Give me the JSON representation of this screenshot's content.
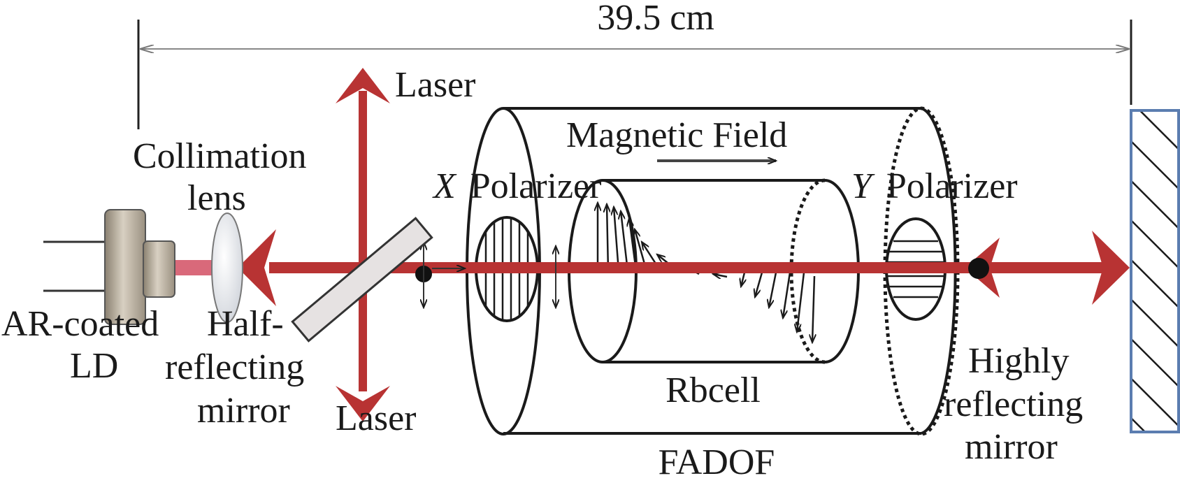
{
  "labels": {
    "distance": "39.5 cm",
    "laser_top": "Laser",
    "laser_bottom": "Laser",
    "collimation_line1": "Collimation",
    "collimation_line2": "lens",
    "x_axis": "X",
    "x_polarizer": "Polarizer",
    "y_axis": "Y",
    "y_polarizer": "Polarizer",
    "magnetic_field": "Magnetic Field",
    "rbcell": "Rbcell",
    "fadof": "FADOF",
    "ar_line1": "AR-coated",
    "ar_line2": "LD",
    "half_line1": "Half-",
    "half_line2": "reflecting",
    "half_line3": "mirror",
    "high_line1": "Highly",
    "high_line2": "reflecting",
    "high_line3": "mirror"
  },
  "colors": {
    "laser": "#b83333",
    "laser_light": "#d9697a",
    "outline": "#1a1a1a",
    "mirror_frame": "#5b7db0",
    "diode_metal": "#b5ab9b",
    "half_mirror_fill": "#e6e2e2"
  }
}
